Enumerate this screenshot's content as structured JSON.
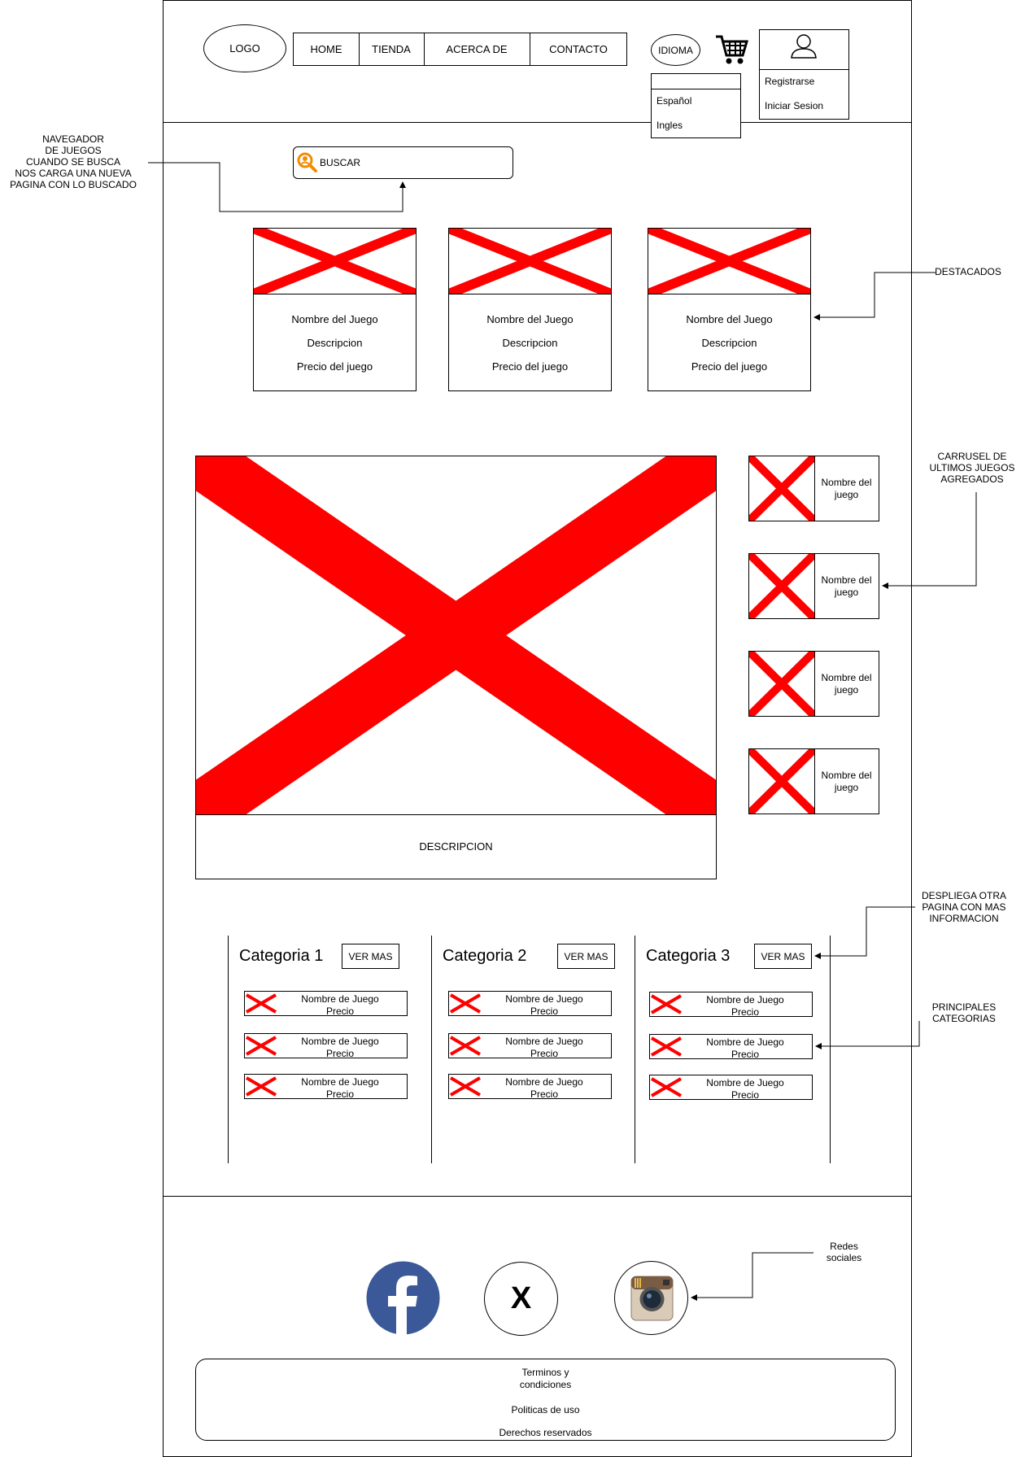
{
  "header": {
    "logo": "LOGO",
    "nav": [
      "HOME",
      "TIENDA",
      "ACERCA DE",
      "CONTACTO"
    ],
    "language_button": "IDIOMA",
    "language_options": [
      "Español",
      "Ingles"
    ],
    "user_menu": [
      "Registrarse",
      "Iniciar Sesion"
    ]
  },
  "search": {
    "label": "BUSCAR"
  },
  "featured": [
    {
      "name": "Nombre del Juego",
      "description": "Descripcion",
      "price": "Precio del juego"
    },
    {
      "name": "Nombre del Juego",
      "description": "Descripcion",
      "price": "Precio del juego"
    },
    {
      "name": "Nombre del Juego",
      "description": "Descripcion",
      "price": "Precio del juego"
    }
  ],
  "carousel": {
    "description": "DESCRIPCION",
    "items": [
      "Nombre del\njuego",
      "Nombre del\njuego",
      "Nombre del\njuego",
      "Nombre del\njuego"
    ]
  },
  "categories": [
    {
      "title": "Categoria 1",
      "button": "VER MAS",
      "items": [
        {
          "name": "Nombre de Juego",
          "price": "Precio"
        },
        {
          "name": "Nombre de Juego",
          "price": "Precio"
        },
        {
          "name": "Nombre de Juego",
          "price": "Precio"
        }
      ]
    },
    {
      "title": "Categoria 2",
      "button": "VER MAS",
      "items": [
        {
          "name": "Nombre de Juego",
          "price": "Precio"
        },
        {
          "name": "Nombre de Juego",
          "price": "Precio"
        },
        {
          "name": "Nombre de Juego",
          "price": "Precio"
        }
      ]
    },
    {
      "title": "Categoria 3",
      "button": "VER MAS",
      "items": [
        {
          "name": "Nombre de Juego",
          "price": "Precio"
        },
        {
          "name": "Nombre de Juego",
          "price": "Precio"
        },
        {
          "name": "Nombre de Juego",
          "price": "Precio"
        }
      ]
    }
  ],
  "social": {
    "x_label": "X",
    "icons": [
      "facebook-icon",
      "x-icon",
      "instagram-icon"
    ]
  },
  "footer": {
    "links": [
      "Terminos y\ncondiciones",
      "Politicas de uso",
      "Derechos reservados"
    ]
  },
  "annotations": {
    "search": "NAVEGADOR\nDE JUEGOS\nCUANDO SE BUSCA\nNOS CARGA UNA NUEVA\nPAGINA CON LO BUSCADO",
    "featured": "DESTACADOS",
    "carousel": "CARRUSEL DE\nULTIMOS JUEGOS\nAGREGADOS",
    "ver_mas": "DESPLIEGA OTRA\nPAGINA CON MAS\nINFORMACION",
    "categories": "PRINCIPALES\nCATEGORIAS",
    "social": "Redes\nsociales"
  },
  "colors": {
    "placeholder_x": "#ff0000",
    "facebook": "#3b5998",
    "search_icon": "#f28c00"
  }
}
